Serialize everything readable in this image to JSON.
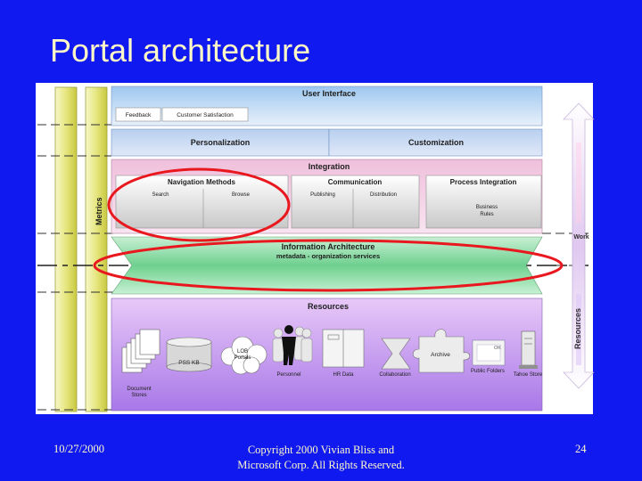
{
  "slide": {
    "title": "Portal architecture",
    "footer_date": "10/27/2000",
    "footer_copyright_line1": "Copyright 2000 Vivian Bliss and",
    "footer_copyright_line2": "Microsoft Corp. All Rights Reserved.",
    "page_number": "24"
  },
  "diagram": {
    "metrics_label": "Metrics",
    "user_interface": {
      "title": "User Interface",
      "feedback": "Feedback",
      "customer_satisfaction": "Customer Satisfaction"
    },
    "personalization": "Personalization",
    "customization": "Customization",
    "integration": {
      "title": "Integration",
      "navigation_methods": {
        "title": "Navigation Methods",
        "search": "Search",
        "browse": "Browse"
      },
      "communication": {
        "title": "Communication",
        "publishing": "Publishing",
        "distribution": "Distribution"
      },
      "process_integration": {
        "title": "Process Integration",
        "business_rules_1": "Business",
        "business_rules_2": "Rules"
      }
    },
    "information_architecture": {
      "title": "Information Architecture",
      "subtitle": "metadata - organization services"
    },
    "resources": {
      "title": "Resources",
      "document_stores_1": "Document",
      "document_stores_2": "Stores",
      "pss_kb": "PSS KB",
      "lob_portals_1": "LOB",
      "lob_portals_2": "Portals",
      "personnel": "Personnel",
      "hr_data": "HR Data",
      "collaboration": "Collaboration",
      "archive": "Archive",
      "public_folders": "Public Folders",
      "tahoe_store": "Tahoe Store",
      "ok_badge": "OK"
    },
    "right_arrow": {
      "top_label": "Work",
      "bottom_label": "Resources"
    }
  },
  "colors": {
    "background": "#0f19f0",
    "title_text": "#fff9c8",
    "highlight_ellipse": "#e8181e",
    "integration_band": "#f4cce4",
    "info_arch_band": "#8ee0a6",
    "resources_band": "#c29cf0",
    "metrics_bar": "#d8d850"
  }
}
